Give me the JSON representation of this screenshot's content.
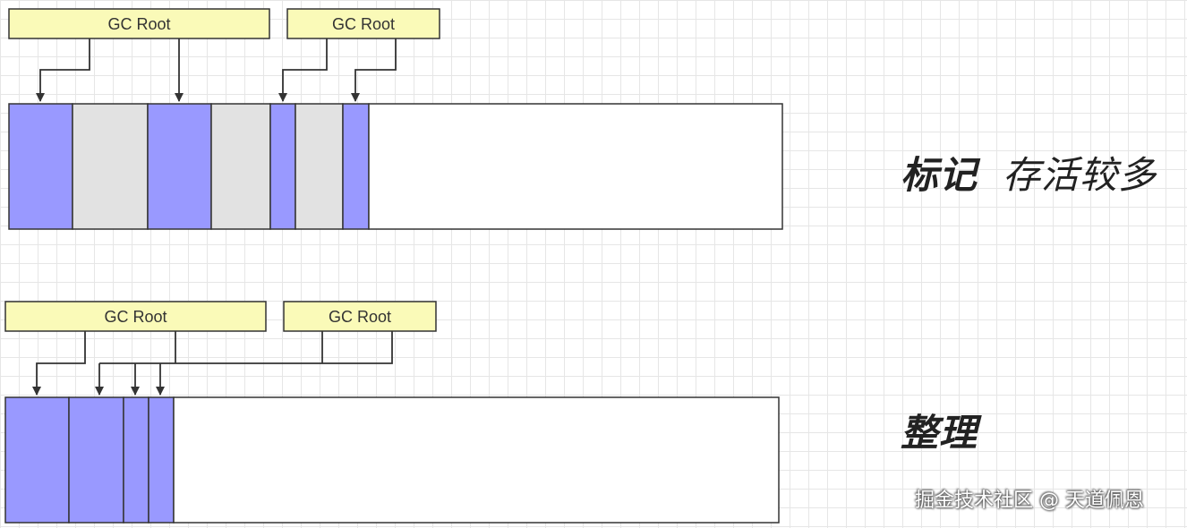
{
  "colors": {
    "root_box_fill": "#fafab8",
    "live_object": "#9999ff",
    "dead_object": "#e2e2e2",
    "free_space": "#ffffff",
    "border": "#333333"
  },
  "mark_phase": {
    "label_bold": "标记",
    "label_light": "存活较多",
    "roots": [
      {
        "label": "GC Root"
      },
      {
        "label": "GC Root"
      }
    ],
    "memory_blocks": [
      {
        "state": "live"
      },
      {
        "state": "dead"
      },
      {
        "state": "live"
      },
      {
        "state": "dead"
      },
      {
        "state": "live"
      },
      {
        "state": "dead"
      },
      {
        "state": "live"
      },
      {
        "state": "free"
      }
    ]
  },
  "compact_phase": {
    "label_bold": "整理",
    "roots": [
      {
        "label": "GC Root"
      },
      {
        "label": "GC Root"
      }
    ],
    "memory_blocks": [
      {
        "state": "live"
      },
      {
        "state": "live"
      },
      {
        "state": "live"
      },
      {
        "state": "live"
      },
      {
        "state": "free"
      }
    ]
  },
  "watermark": "掘金技术社区 @ 天道佩恩"
}
